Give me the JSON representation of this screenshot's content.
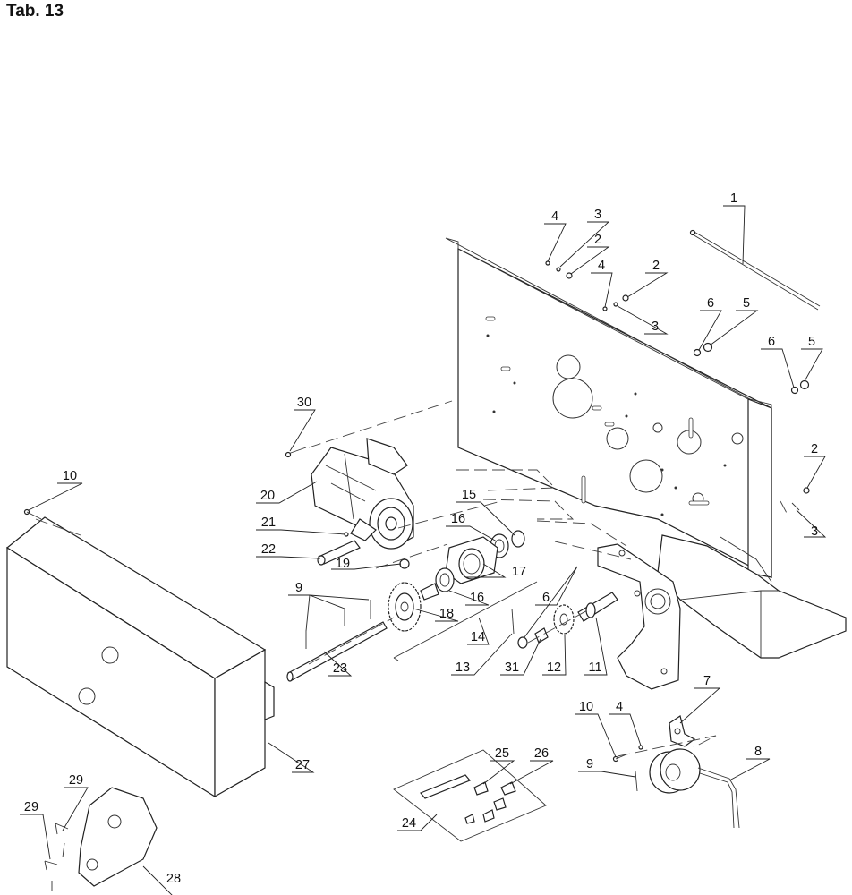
{
  "title": "Tab. 13",
  "callouts": [
    {
      "id": "1",
      "label": "1"
    },
    {
      "id": "4a",
      "label": "4"
    },
    {
      "id": "3a",
      "label": "3"
    },
    {
      "id": "2a",
      "label": "2"
    },
    {
      "id": "4b",
      "label": "4"
    },
    {
      "id": "2b",
      "label": "2"
    },
    {
      "id": "3b",
      "label": "3"
    },
    {
      "id": "6a",
      "label": "6"
    },
    {
      "id": "5a",
      "label": "5"
    },
    {
      "id": "6b",
      "label": "6"
    },
    {
      "id": "5b",
      "label": "5"
    },
    {
      "id": "30",
      "label": "30"
    },
    {
      "id": "2c",
      "label": "2"
    },
    {
      "id": "3c",
      "label": "3"
    },
    {
      "id": "10a",
      "label": "10"
    },
    {
      "id": "20",
      "label": "20"
    },
    {
      "id": "15",
      "label": "15"
    },
    {
      "id": "16a",
      "label": "16"
    },
    {
      "id": "21",
      "label": "21"
    },
    {
      "id": "22",
      "label": "22"
    },
    {
      "id": "19",
      "label": "19"
    },
    {
      "id": "17",
      "label": "17"
    },
    {
      "id": "16b",
      "label": "16"
    },
    {
      "id": "6c",
      "label": "6"
    },
    {
      "id": "9a",
      "label": "9"
    },
    {
      "id": "18",
      "label": "18"
    },
    {
      "id": "14",
      "label": "14"
    },
    {
      "id": "23",
      "label": "23"
    },
    {
      "id": "13",
      "label": "13"
    },
    {
      "id": "31",
      "label": "31"
    },
    {
      "id": "12",
      "label": "12"
    },
    {
      "id": "11",
      "label": "11"
    },
    {
      "id": "7",
      "label": "7"
    },
    {
      "id": "10b",
      "label": "10"
    },
    {
      "id": "4c",
      "label": "4"
    },
    {
      "id": "8",
      "label": "8"
    },
    {
      "id": "27",
      "label": "27"
    },
    {
      "id": "25",
      "label": "25"
    },
    {
      "id": "26",
      "label": "26"
    },
    {
      "id": "9b",
      "label": "9"
    },
    {
      "id": "29a",
      "label": "29"
    },
    {
      "id": "29b",
      "label": "29"
    },
    {
      "id": "24",
      "label": "24"
    },
    {
      "id": "28",
      "label": "28"
    }
  ]
}
